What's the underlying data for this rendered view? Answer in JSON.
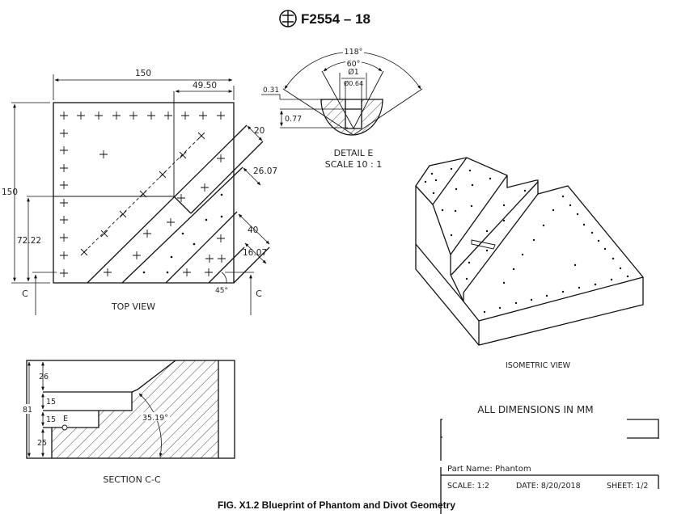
{
  "header": {
    "logo_text": "ASTM",
    "designation": "F2554 – 18"
  },
  "top_view": {
    "title": "TOP VIEW",
    "dims": {
      "width": "150",
      "offset_right": "49.50",
      "height": "150",
      "height_partial": "72.22",
      "d20": "20",
      "d2607": "26.07",
      "d40": "40",
      "d1607": "16.07",
      "angle": "45°"
    },
    "section_mark": "C"
  },
  "detail_e": {
    "title": "DETAIL E",
    "scale": "SCALE 10 : 1",
    "dims": {
      "angle_outer": "118°",
      "angle_inner": "60°",
      "dia_outer": "Ø1",
      "dia_inner": "Ø0.64",
      "depth_top": "0.31",
      "depth": "0.77"
    }
  },
  "isometric": {
    "title": "ISOMETRIC VIEW"
  },
  "section": {
    "title": "SECTION C-C",
    "dims": {
      "total": "81",
      "d26": "26",
      "d15a": "15",
      "d15b": "15",
      "d25": "25",
      "angle": "35.19°"
    },
    "detail_mark": "E"
  },
  "title_block": {
    "units_note": "ALL DIMENSIONS IN MM",
    "part_name": "Part Name: Phantom",
    "scale": "SCALE: 1:2",
    "date": "DATE: 8/20/2018",
    "sheet": "SHEET: 1/2"
  },
  "caption": "FIG. X1.2 Blueprint of Phantom and Divot Geometry"
}
